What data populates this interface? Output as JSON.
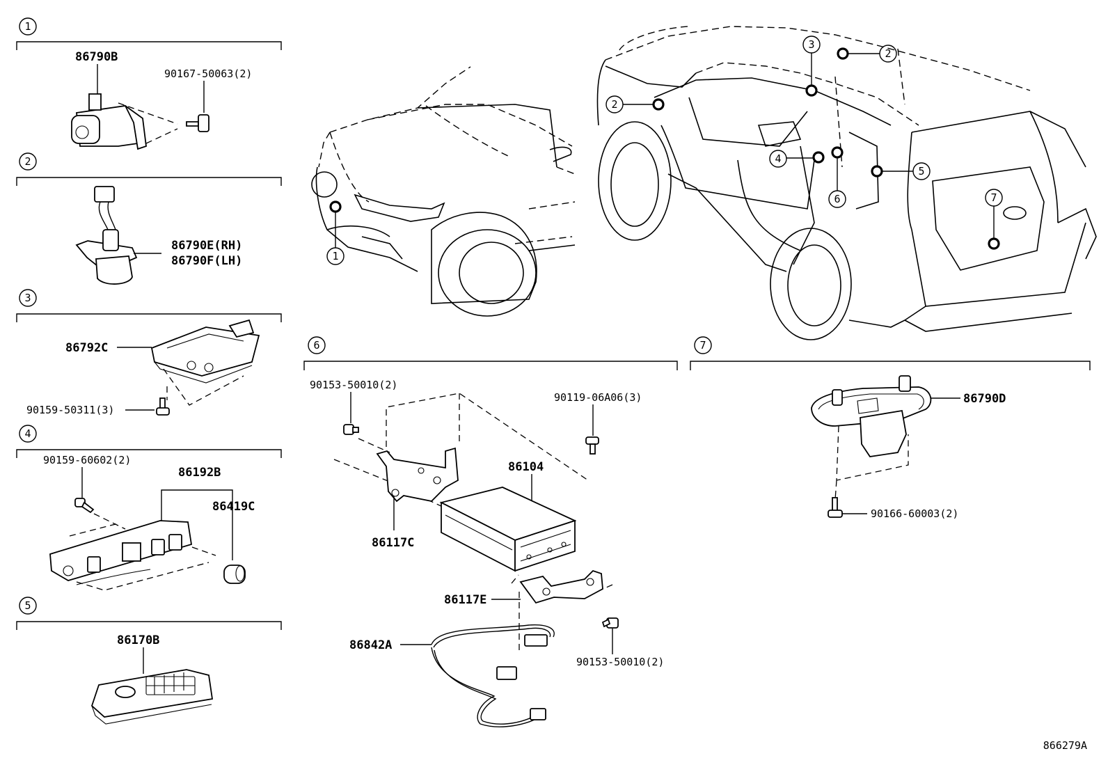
{
  "diagram_code": "866279A",
  "sections": [
    {
      "index": "1",
      "labels": [
        "86790B",
        "90167-50063(2)"
      ]
    },
    {
      "index": "2",
      "labels": [
        "86790E(RH)",
        "86790F(LH)"
      ]
    },
    {
      "index": "3",
      "labels": [
        "86792C",
        "90159-50311(3)"
      ]
    },
    {
      "index": "4",
      "labels": [
        "90159-60602(2)",
        "86192B",
        "86419C"
      ]
    },
    {
      "index": "5",
      "labels": [
        "86170B"
      ]
    },
    {
      "index": "6",
      "labels": [
        "90153-50010(2)",
        "90119-06A06(3)",
        "86104",
        "86117C",
        "86117E",
        "86842A",
        "90153-50010(2)"
      ]
    },
    {
      "index": "7",
      "labels": [
        "86790D",
        "90166-60003(2)"
      ]
    }
  ],
  "vehicle_callouts": [
    "1",
    "2",
    "2",
    "3",
    "4",
    "5",
    "6",
    "7"
  ]
}
